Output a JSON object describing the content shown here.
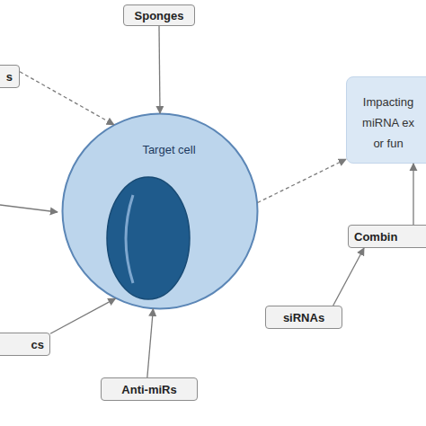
{
  "diagram": {
    "nodes": [
      {
        "text": [
          "s"
        ]
      },
      {
        "text": [
          "Sponges"
        ]
      },
      {
        "text": [
          "Target cell"
        ]
      },
      {
        "text": [
          "Impacting miRNA ex or fun"
        ]
      },
      {
        "text": [
          "Combin"
        ]
      },
      {
        "text": [
          "siRNAs"
        ]
      },
      {
        "text": [
          "cs"
        ]
      },
      {
        "text": [
          "Anti-miRs"
        ]
      }
    ],
    "edges": [
      {
        "from": 0,
        "to": 2,
        "arrow": "to"
      },
      {
        "from": 1,
        "to": 2,
        "arrow": "to"
      },
      {
        "from": 6,
        "to": 2,
        "arrow": "to"
      },
      {
        "from": 7,
        "to": 2,
        "arrow": "to"
      },
      {
        "from": 2,
        "to": 3,
        "arrow": "to"
      },
      {
        "from": 4,
        "to": 3,
        "arrow": "to"
      },
      {
        "from": 5,
        "to": 4,
        "arrow": "to"
      }
    ]
  }
}
